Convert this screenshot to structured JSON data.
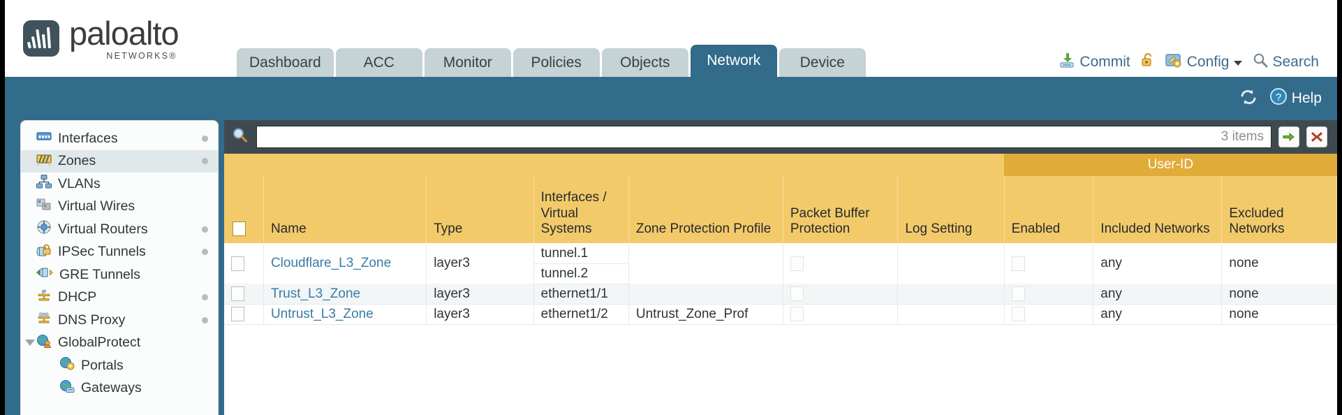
{
  "brand": {
    "name": "paloalto",
    "tagline": "NETWORKS",
    "reg": "®"
  },
  "nav": {
    "tabs": [
      {
        "label": "Dashboard",
        "active": false
      },
      {
        "label": "ACC",
        "active": false
      },
      {
        "label": "Monitor",
        "active": false
      },
      {
        "label": "Policies",
        "active": false
      },
      {
        "label": "Objects",
        "active": false
      },
      {
        "label": "Network",
        "active": true
      },
      {
        "label": "Device",
        "active": false
      }
    ]
  },
  "header_actions": {
    "commit": "Commit",
    "lock": "",
    "config": "Config",
    "search": "Search"
  },
  "bluebar": {
    "help": "Help"
  },
  "sidebar": {
    "items": [
      {
        "label": "Interfaces",
        "icon": "interfaces-icon",
        "selected": false,
        "dot": true,
        "child": false,
        "caret": false
      },
      {
        "label": "Zones",
        "icon": "zones-icon",
        "selected": true,
        "dot": true,
        "child": false,
        "caret": false
      },
      {
        "label": "VLANs",
        "icon": "vlans-icon",
        "selected": false,
        "dot": false,
        "child": false,
        "caret": false
      },
      {
        "label": "Virtual Wires",
        "icon": "virtual-wires-icon",
        "selected": false,
        "dot": false,
        "child": false,
        "caret": false
      },
      {
        "label": "Virtual Routers",
        "icon": "virtual-routers-icon",
        "selected": false,
        "dot": true,
        "child": false,
        "caret": false
      },
      {
        "label": "IPSec Tunnels",
        "icon": "ipsec-tunnels-icon",
        "selected": false,
        "dot": true,
        "child": false,
        "caret": false
      },
      {
        "label": "GRE Tunnels",
        "icon": "gre-tunnels-icon",
        "selected": false,
        "dot": false,
        "child": false,
        "caret": false
      },
      {
        "label": "DHCP",
        "icon": "dhcp-icon",
        "selected": false,
        "dot": true,
        "child": false,
        "caret": false
      },
      {
        "label": "DNS Proxy",
        "icon": "dns-proxy-icon",
        "selected": false,
        "dot": true,
        "child": false,
        "caret": false
      },
      {
        "label": "GlobalProtect",
        "icon": "globalprotect-icon",
        "selected": false,
        "dot": false,
        "child": false,
        "caret": true
      },
      {
        "label": "Portals",
        "icon": "portals-icon",
        "selected": false,
        "dot": false,
        "child": true,
        "caret": false
      },
      {
        "label": "Gateways",
        "icon": "gateways-icon",
        "selected": false,
        "dot": false,
        "child": true,
        "caret": false
      }
    ]
  },
  "filterbar": {
    "search_value": "",
    "search_placeholder": "",
    "items_count": "3 items",
    "apply_title": "apply-filter",
    "clear_title": "clear-filter"
  },
  "table": {
    "group_header": "User-ID",
    "columns": [
      "Name",
      "Type",
      "Interfaces / Virtual Systems",
      "Zone Protection Profile",
      "Packet Buffer Protection",
      "Log Setting",
      "Enabled",
      "Included Networks",
      "Excluded Networks"
    ],
    "rows": [
      {
        "name": "Cloudflare_L3_Zone",
        "type": "layer3",
        "interfaces": [
          "tunnel.1",
          "tunnel.2"
        ],
        "zone_protection_profile": "",
        "packet_buffer_protection": false,
        "log_setting": "",
        "userid_enabled": false,
        "included_networks": "any",
        "excluded_networks": "none"
      },
      {
        "name": "Trust_L3_Zone",
        "type": "layer3",
        "interfaces": [
          "ethernet1/1"
        ],
        "zone_protection_profile": "",
        "packet_buffer_protection": false,
        "log_setting": "",
        "userid_enabled": false,
        "included_networks": "any",
        "excluded_networks": "none"
      },
      {
        "name": "Untrust_L3_Zone",
        "type": "layer3",
        "interfaces": [
          "ethernet1/2"
        ],
        "zone_protection_profile": "Untrust_Zone_Prof",
        "packet_buffer_protection": false,
        "log_setting": "",
        "userid_enabled": false,
        "included_networks": "any",
        "excluded_networks": "none"
      }
    ]
  },
  "colors": {
    "brand_blue": "#336b8a",
    "header_amber": "#f3ca6a",
    "group_amber": "#e0ab39",
    "link_blue": "#3a7ca5",
    "panel_dark": "#3f4a50"
  }
}
